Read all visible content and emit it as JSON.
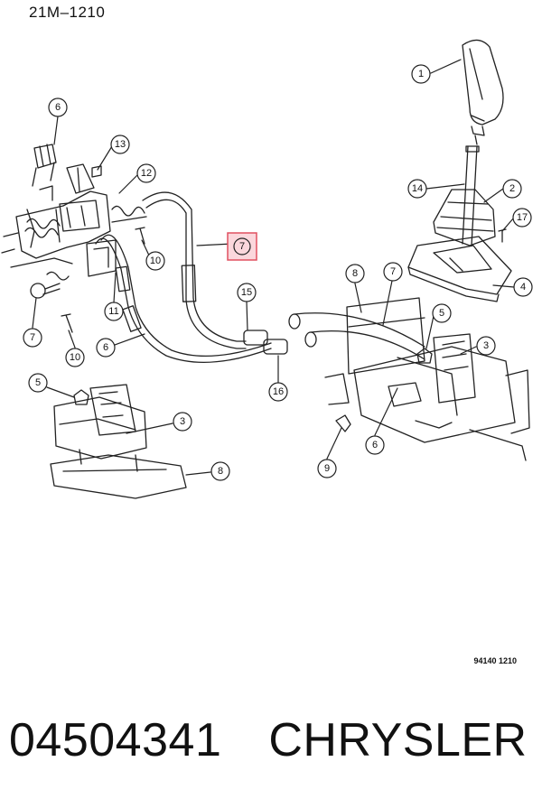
{
  "header": {
    "diagram_id": "21M–1210"
  },
  "footer_code": "94140  1210",
  "part": {
    "number": "04504341",
    "brand": "CHRYSLER"
  },
  "highlight_color": "#e05060",
  "callouts": [
    {
      "id": "c1",
      "label": "1"
    },
    {
      "id": "c14",
      "label": "14"
    },
    {
      "id": "c2",
      "label": "2"
    },
    {
      "id": "c17",
      "label": "17"
    },
    {
      "id": "c4",
      "label": "4"
    },
    {
      "id": "c6a",
      "label": "6"
    },
    {
      "id": "c13",
      "label": "13"
    },
    {
      "id": "c12",
      "label": "12"
    },
    {
      "id": "c10a",
      "label": "10"
    },
    {
      "id": "c7hl",
      "label": "7"
    },
    {
      "id": "c11",
      "label": "11"
    },
    {
      "id": "c7a",
      "label": "7"
    },
    {
      "id": "c10b",
      "label": "10"
    },
    {
      "id": "c6b",
      "label": "6"
    },
    {
      "id": "c15",
      "label": "15"
    },
    {
      "id": "c8a",
      "label": "8"
    },
    {
      "id": "c7b",
      "label": "7"
    },
    {
      "id": "c5a",
      "label": "5"
    },
    {
      "id": "c3a",
      "label": "3"
    },
    {
      "id": "c16",
      "label": "16"
    },
    {
      "id": "c5b",
      "label": "5"
    },
    {
      "id": "c3b",
      "label": "3"
    },
    {
      "id": "c6c",
      "label": "6"
    },
    {
      "id": "c9",
      "label": "9"
    },
    {
      "id": "c8b",
      "label": "8"
    }
  ]
}
